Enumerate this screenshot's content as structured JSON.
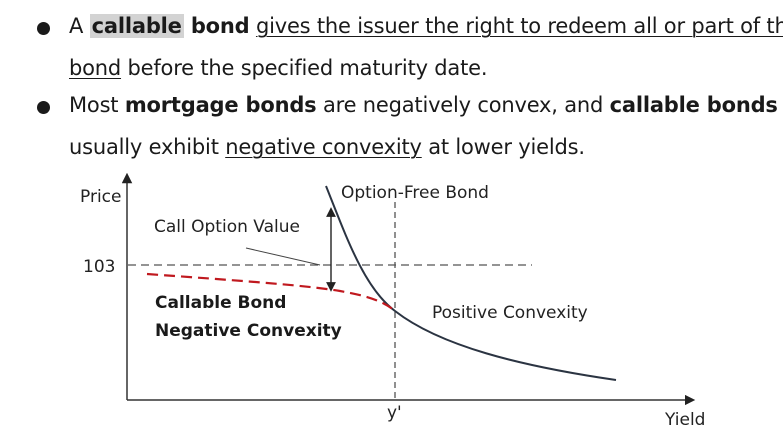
{
  "bullets": [
    {
      "part_a": "A ",
      "part_highlight": "callable",
      "part_bold": " bond",
      "part_space": " ",
      "part_underline_1": "gives the issuer the right to redeem all or part of the",
      "part_underline_2": "bond",
      "part_rest": " before the specified maturity date."
    },
    {
      "part_a": "Most ",
      "part_bold1": "mortgage bonds",
      "part_mid": " are negatively convex, and ",
      "part_bold2": "callable bonds",
      "part_line2a": "usually exhibit ",
      "part_underline": "negative convexity",
      "part_line2b": " at lower yields."
    }
  ],
  "diagram": {
    "y_axis_label": "Price",
    "x_axis_label": "Yield",
    "price_tick": "103",
    "x_tick": "y'",
    "option_free_label": "Option-Free Bond",
    "call_option_label": "Call Option Value",
    "callable_label_1": "Callable Bond",
    "callable_label_2": "Negative Convexity",
    "positive_label": "Positive Convexity",
    "colors": {
      "option_free": "#2b3442",
      "callable": "#c0191f",
      "axis": "#333333",
      "dashed": "#555555"
    }
  }
}
